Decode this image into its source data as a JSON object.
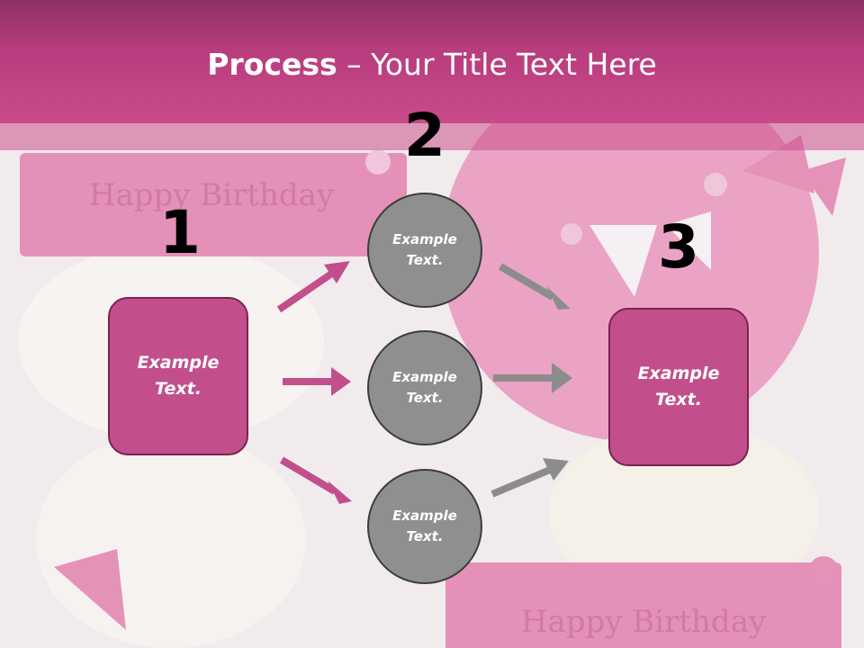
{
  "slide": {
    "title_bold": "Process",
    "title_rest": " – Your Title Text Here"
  },
  "steps": {
    "one": "1",
    "two": "2",
    "three": "3"
  },
  "boxes": {
    "left": {
      "line1": "Example",
      "line2": "Text."
    },
    "right": {
      "line1": "Example",
      "line2": "Text."
    }
  },
  "circles": [
    {
      "line1": "Example",
      "line2": "Text."
    },
    {
      "line1": "Example",
      "line2": "Text."
    },
    {
      "line1": "Example",
      "line2": "Text."
    }
  ],
  "background": {
    "banner_top": "Happy Birthday",
    "banner_bottom": "Happy Birthday"
  },
  "colors": {
    "header": "#c94a8a",
    "box_fill": "#c24f8c",
    "circle_fill": "#8f8f8f",
    "pink_arrow": "#c24f8c",
    "gray_arrow": "#8c8c8c"
  }
}
